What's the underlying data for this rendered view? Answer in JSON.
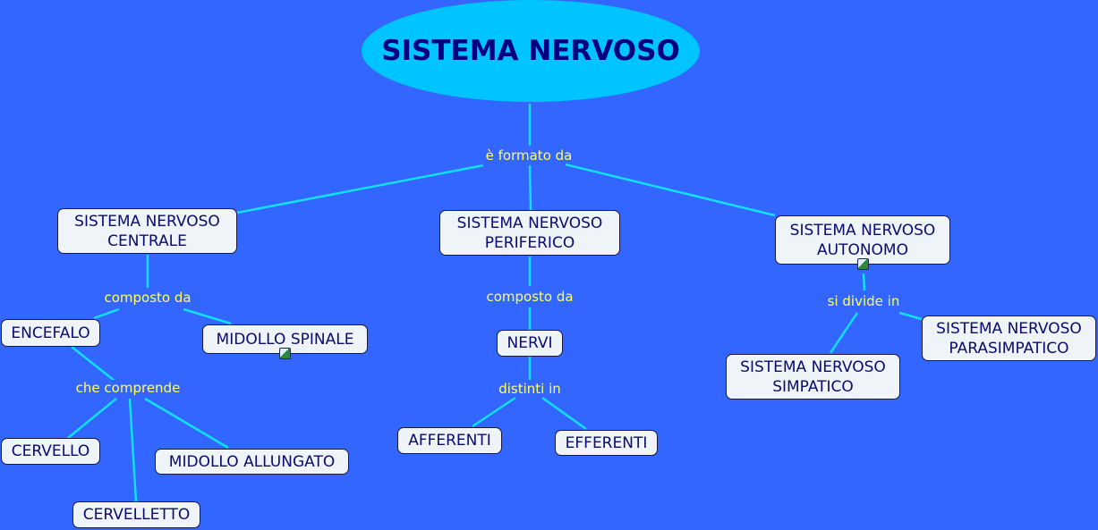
{
  "title": "SISTEMA NERVOSO",
  "links": {
    "formato": "è formato da",
    "composto_left": "composto da",
    "composto_mid": "composto da",
    "distinti": "distinti in",
    "comprende": "che comprende",
    "divide": "si divide in"
  },
  "nodes": {
    "centrale": [
      "SISTEMA NERVOSO",
      "CENTRALE"
    ],
    "periferico": [
      "SISTEMA NERVOSO",
      "PERIFERICO"
    ],
    "autonomo": [
      "SISTEMA NERVOSO",
      "AUTONOMO"
    ],
    "encefalo": "ENCEFALO",
    "midollo_spinale": "MIDOLLO SPINALE",
    "nervi": "NERVI",
    "afferenti": "AFFERENTI",
    "efferenti": "EFFERENTI",
    "cervello": "CERVELLO",
    "midollo_allungato": "MIDOLLO ALLUNGATO",
    "cervelletto": "CERVELLETTO",
    "simpatico": [
      "SISTEMA NERVOSO",
      "SIMPATICO"
    ],
    "parasimpatico": [
      "SISTEMA NERVOSO",
      "PARASIMPATICO"
    ]
  }
}
